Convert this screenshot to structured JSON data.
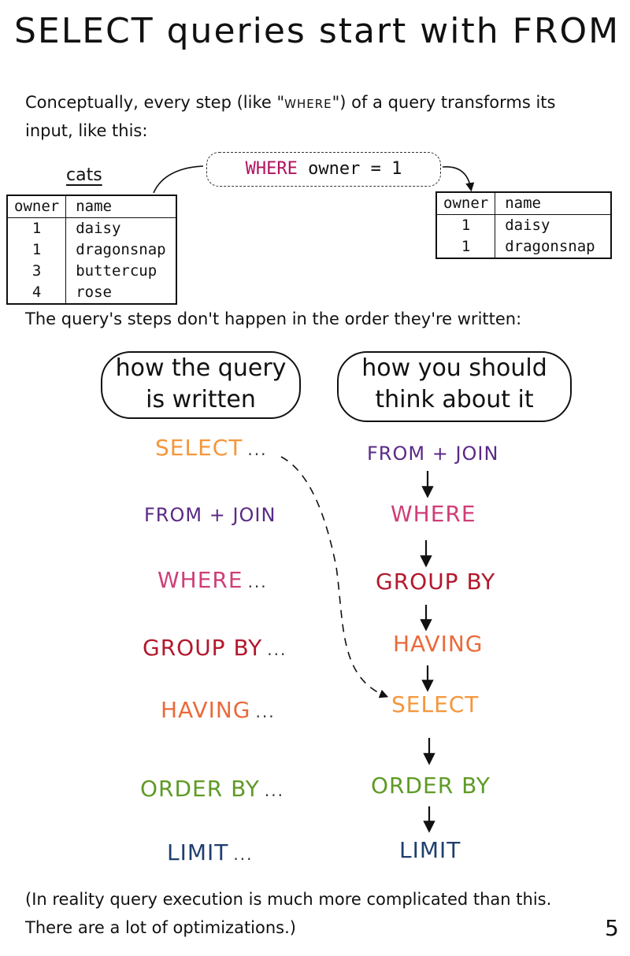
{
  "title": "SELECT queries start with FROM",
  "intro": {
    "text_before": "Conceptually, every step (like \"",
    "keyword": "WHERE",
    "text_after": "\") of a query transforms its input, like this:"
  },
  "input_table": {
    "label": "cats",
    "headers": [
      "owner",
      "name"
    ],
    "rows": [
      [
        "1",
        "daisy"
      ],
      [
        "1",
        "dragonsnap"
      ],
      [
        "3",
        "buttercup"
      ],
      [
        "4",
        "rose"
      ]
    ]
  },
  "filter": {
    "keyword": "WHERE",
    "condition": "owner = 1"
  },
  "output_table": {
    "headers": [
      "owner",
      "name"
    ],
    "rows": [
      [
        "1",
        "daisy"
      ],
      [
        "1",
        "dragonsnap"
      ]
    ]
  },
  "subheading": "The query's steps don't happen in the order they're written:",
  "written_column": {
    "heading_line1": "how the query",
    "heading_line2": "is written",
    "steps": [
      "SELECT",
      "FROM + JOIN",
      "WHERE",
      "GROUP BY",
      "HAVING",
      "ORDER BY",
      "LIMIT"
    ],
    "ellipsis": "..."
  },
  "think_column": {
    "heading_line1": "how you should",
    "heading_line2": "think about it",
    "steps": [
      "FROM + JOIN",
      "WHERE",
      "GROUP BY",
      "HAVING",
      "SELECT",
      "ORDER BY",
      "LIMIT"
    ]
  },
  "colors": {
    "select": "#f5963a",
    "from_join": "#5b2a86",
    "where": "#cf3e78",
    "group_by": "#b3182c",
    "having": "#ea6a3a",
    "order_by": "#5f9a26",
    "limit": "#1e3f6e",
    "code_keyword": "#b0135e"
  },
  "footer": {
    "line1": "(In reality query execution is much more complicated than this.",
    "line2": "There are a lot of optimizations.)"
  },
  "page_number": "5"
}
